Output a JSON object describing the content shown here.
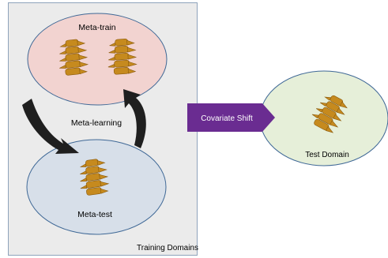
{
  "labels": {
    "meta_train": "Meta-train",
    "meta_learning": "Meta-learning",
    "meta_test": "Meta-test",
    "training_domains": "Training Domains",
    "covariate_shift": "Covariate Shift",
    "test_domain": "Test Domain"
  },
  "colors": {
    "panel_fill": "#ebebeb",
    "panel_stroke": "#8fa3bb",
    "meta_train_fill": "#f2d3d0",
    "meta_test_fill": "#d7dfe9",
    "test_domain_fill": "#e6efd9",
    "ellipse_stroke": "#3f6896",
    "arrow_fill": "#6a2c91",
    "cycle_arrow_fill": "#1f1f1f",
    "bone_fill": "#c68a1e",
    "bone_dark": "#8a5a0c"
  },
  "icons": {
    "spine_model": "spine-model-icon",
    "cycle_arrow": "curved-arrow-icon",
    "shift_arrow": "right-arrow-icon"
  }
}
